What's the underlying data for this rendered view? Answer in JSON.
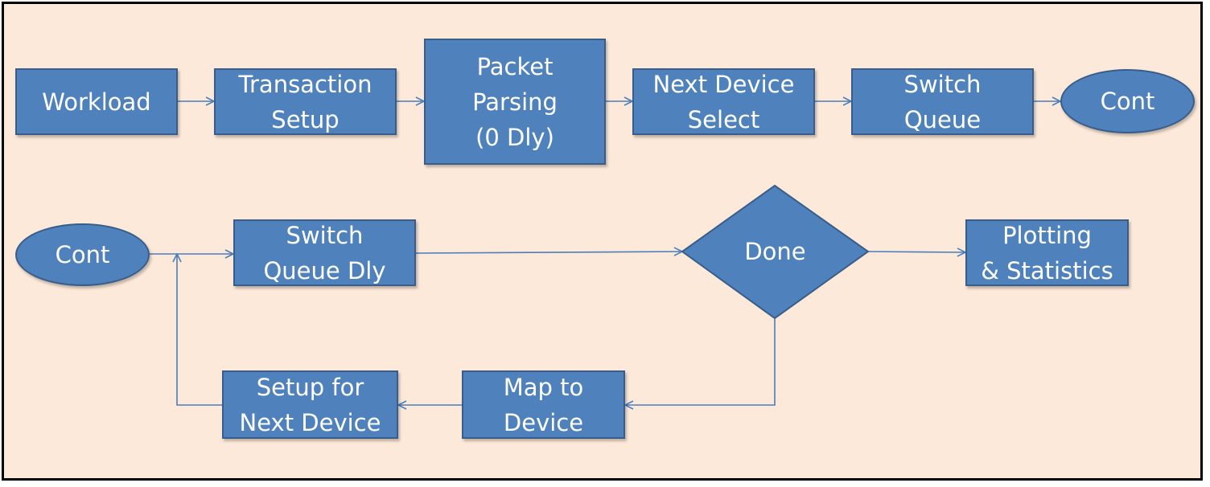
{
  "colors": {
    "background": "#fde9d9",
    "node_fill": "#4f81bd",
    "node_stroke": "#385d8a",
    "connector": "#4a7ebb",
    "text": "#ffffff"
  },
  "nodes": {
    "workload": "Workload",
    "transaction_setup": "Transaction\nSetup",
    "packet_parsing": "Packet\nParsing\n(0 Dly)",
    "next_device_select": "Next Device\nSelect",
    "switch_queue": "Switch\nQueue",
    "cont_top": "Cont",
    "cont_bottom": "Cont",
    "switch_queue_dly": "Switch\nQueue Dly",
    "done": "Done",
    "plotting_statistics": "Plotting\n& Statistics",
    "map_to_device": "Map to\nDevice",
    "setup_next_device": "Setup for\nNext Device"
  },
  "edges": [
    {
      "from": "workload",
      "to": "transaction_setup"
    },
    {
      "from": "transaction_setup",
      "to": "packet_parsing"
    },
    {
      "from": "packet_parsing",
      "to": "next_device_select"
    },
    {
      "from": "next_device_select",
      "to": "switch_queue"
    },
    {
      "from": "switch_queue",
      "to": "cont_top"
    },
    {
      "from": "cont_bottom",
      "to": "switch_queue_dly"
    },
    {
      "from": "switch_queue_dly",
      "to": "done"
    },
    {
      "from": "done",
      "to": "plotting_statistics"
    },
    {
      "from": "done",
      "to": "map_to_device"
    },
    {
      "from": "map_to_device",
      "to": "setup_next_device"
    },
    {
      "from": "setup_next_device",
      "to": "switch_queue_dly"
    }
  ]
}
